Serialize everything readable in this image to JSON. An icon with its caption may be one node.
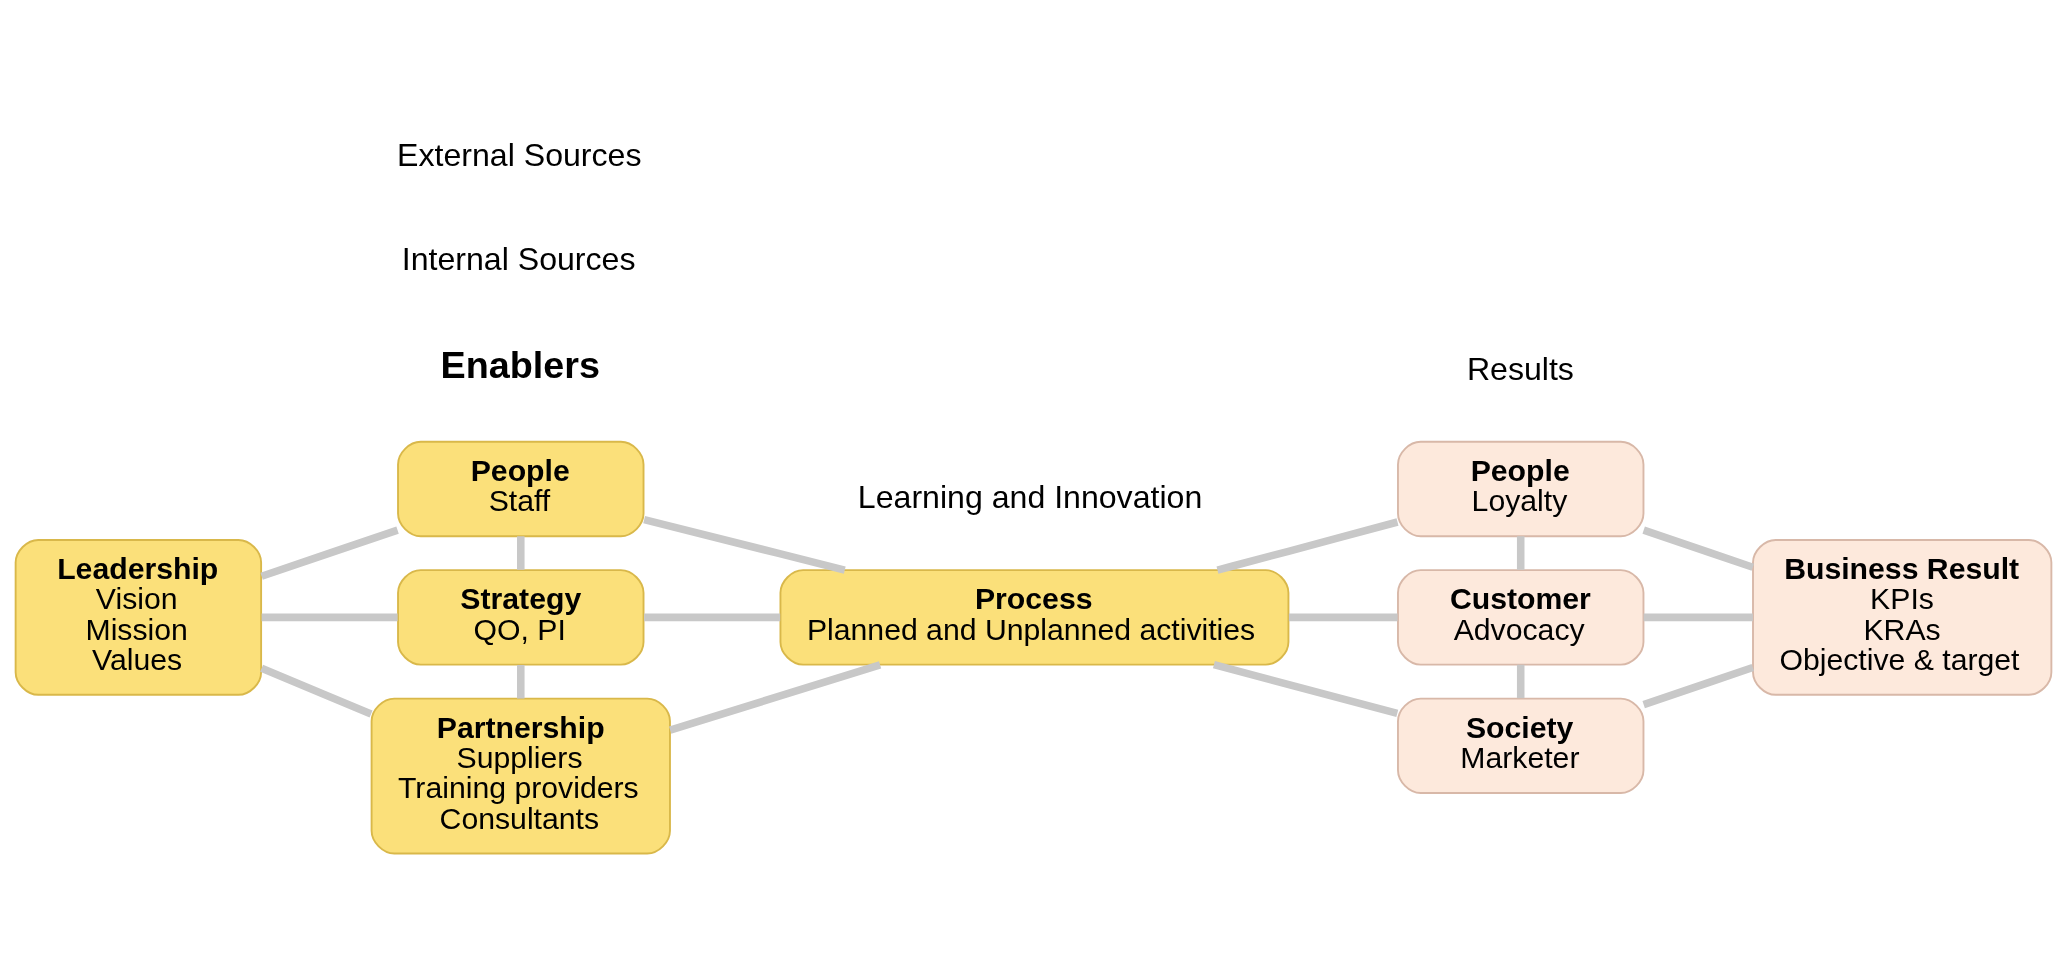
{
  "diagram": {
    "nodes": [
      {
        "text": [
          "Leadership",
          "Vision",
          "Mission",
          "Values"
        ]
      },
      {
        "text": [
          "People",
          "Staff"
        ]
      },
      {
        "text": [
          "Strategy",
          "QO, PI"
        ]
      },
      {
        "text": [
          "Partnership",
          "Suppliers",
          "Training providers",
          "Consultants"
        ]
      },
      {
        "text": [
          "Process",
          "Planned and Unplanned activities"
        ]
      },
      {
        "text": [
          "People",
          "Loyalty"
        ]
      },
      {
        "text": [
          "Customer",
          "Advocacy"
        ]
      },
      {
        "text": [
          "Society",
          "Marketer"
        ]
      },
      {
        "text": [
          "Business Result",
          "KPIs",
          "KRAs",
          "Objective & target"
        ]
      }
    ],
    "edges": [
      {
        "from": 0,
        "to": 1,
        "arrow": "none"
      },
      {
        "from": 0,
        "to": 2,
        "arrow": "none"
      },
      {
        "from": 0,
        "to": 3,
        "arrow": "none"
      },
      {
        "from": 1,
        "to": 2,
        "arrow": "none"
      },
      {
        "from": 2,
        "to": 3,
        "arrow": "none"
      },
      {
        "from": 1,
        "to": 4,
        "arrow": "none"
      },
      {
        "from": 2,
        "to": 4,
        "arrow": "none"
      },
      {
        "from": 3,
        "to": 4,
        "arrow": "none"
      },
      {
        "from": 4,
        "to": 5,
        "arrow": "none"
      },
      {
        "from": 4,
        "to": 6,
        "arrow": "none"
      },
      {
        "from": 4,
        "to": 7,
        "arrow": "none"
      },
      {
        "from": 5,
        "to": 6,
        "arrow": "none"
      },
      {
        "from": 6,
        "to": 7,
        "arrow": "none"
      },
      {
        "from": 5,
        "to": 8,
        "arrow": "none"
      },
      {
        "from": 6,
        "to": 8,
        "arrow": "none"
      },
      {
        "from": 7,
        "to": 8,
        "arrow": "none"
      }
    ],
    "labels": [
      "Enablers",
      "Internal Sources",
      "External Sources",
      "Results",
      "Learning and Innovation"
    ]
  }
}
